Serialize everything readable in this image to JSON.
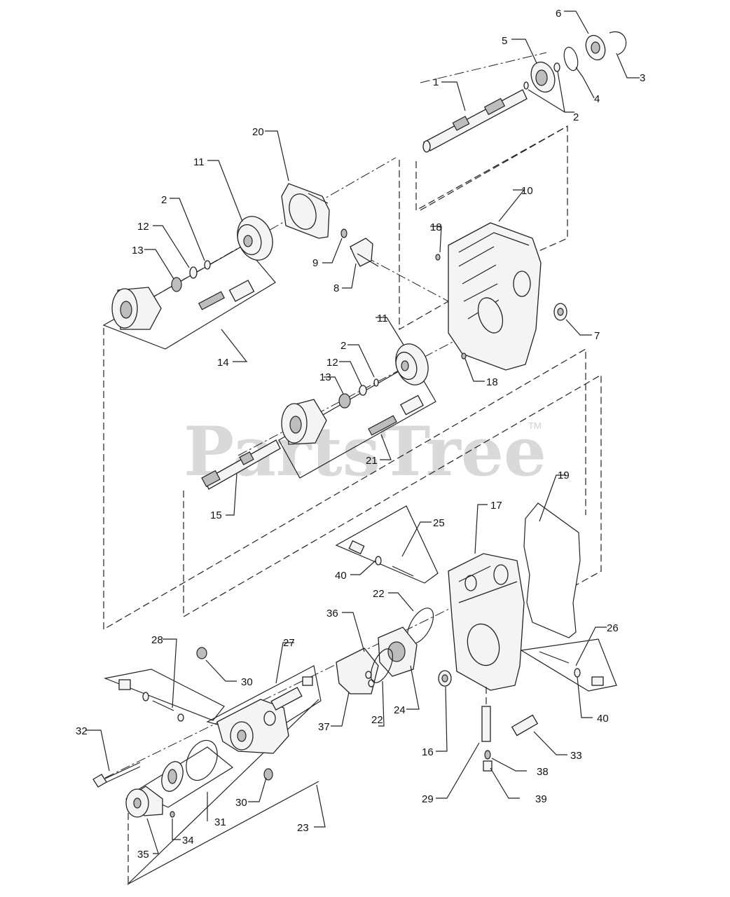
{
  "watermark": {
    "text": "PartsTree",
    "trademark": "TM"
  },
  "callouts": [
    "1",
    "2",
    "3",
    "4",
    "5",
    "6",
    "7",
    "8",
    "9",
    "10",
    "11",
    "12",
    "13",
    "14",
    "15",
    "16",
    "17",
    "18",
    "19",
    "20",
    "21",
    "22",
    "23",
    "24",
    "25",
    "26",
    "27",
    "28",
    "29",
    "30",
    "31",
    "32",
    "33",
    "34",
    "35",
    "36",
    "37",
    "38",
    "39",
    "40"
  ]
}
